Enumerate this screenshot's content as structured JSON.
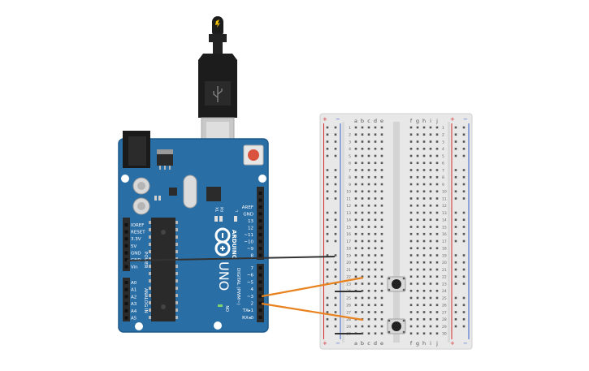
{
  "colors": {
    "board": "#2a6ea6",
    "board_edge": "#1f5a8a",
    "header": "#2b2b2b",
    "chip": "#2a2a2a",
    "breadboard": "#e8e8e8",
    "breadboard_groove": "#d4d4d4",
    "rail_red": "#d62828",
    "rail_blue": "#3a5fcd",
    "wire_orange": "#e8821e",
    "wire_black": "#333333",
    "reset_button": "#d9533f",
    "cable": "#1c1c1c",
    "usb_metal": "#c8c8c8"
  },
  "board": {
    "logo_text": "ARDUINO",
    "model_text": "UNO",
    "digital_label": "DIGITAL (PWM~)",
    "power_label": "POWER",
    "analog_label": "ANALOG IN",
    "led_labels": [
      "TX",
      "RX",
      "L"
    ],
    "on_label": "ON",
    "top_pins": [
      "AREF",
      "GND",
      "13",
      "12",
      "~11",
      "~10",
      "~9",
      "8"
    ],
    "bottom_pins": [
      "7",
      "~6",
      "~5",
      "4",
      "~3",
      "2",
      "TX▸1",
      "RX◂0"
    ],
    "power_pins": [
      "IOREF",
      "RESET",
      "3.3V",
      "5V",
      "GND",
      "GND",
      "Vin"
    ],
    "analog_pins": [
      "A0",
      "A1",
      "A2",
      "A3",
      "A4",
      "A5"
    ]
  },
  "breadboard": {
    "rail_plus": "+",
    "rail_minus": "−",
    "cols_left": [
      "a",
      "b",
      "c",
      "d",
      "e"
    ],
    "cols_right": [
      "f",
      "g",
      "h",
      "i",
      "j"
    ],
    "row_count": 30
  }
}
